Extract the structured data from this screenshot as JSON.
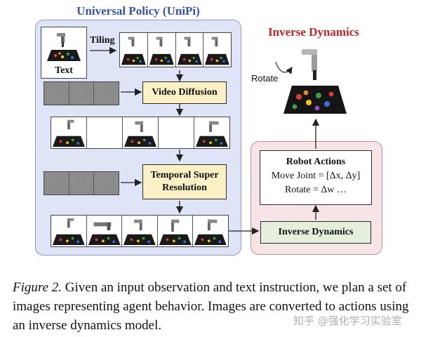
{
  "figure": {
    "universal_policy_title": "Universal Policy (UniPi)",
    "inverse_dynamics_title": "Inverse Dynamics",
    "text_label": "Text",
    "tiling_label": "Tiling",
    "video_diffusion_label": "Video Diffusion",
    "temporal_super_resolution_label": "Temporal Super\nResolution",
    "inverse_dynamics_box_label": "Inverse Dynamics",
    "robot_actions": {
      "title": "Robot Actions",
      "line1": "Move Joint = [Δx, Δy]",
      "line2": "Rotate = Δw …"
    },
    "rotate_label": "Rotate"
  },
  "caption": {
    "figure_label": "Figure 2.",
    "text": "Given an input observation and text instruction, we plan a set of images representing agent behavior. Images are converted to actions using an inverse dynamics model."
  },
  "watermark": "知乎 @强化学习实验室",
  "colors": {
    "uni_panel_bg": "#dfe5f6",
    "uni_title": "#3554a6",
    "inv_panel_bg": "#f7e4e6",
    "inv_title": "#c0232b",
    "yellow_box": "#fcf1c6",
    "green_box": "#e5f0dc"
  }
}
